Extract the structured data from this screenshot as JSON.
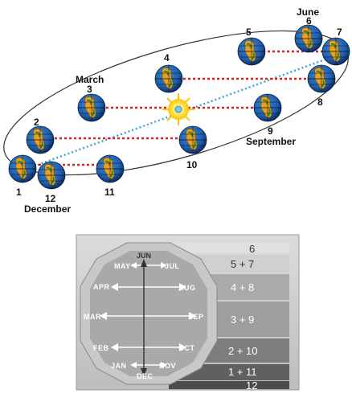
{
  "orbit": {
    "month_labels": {
      "march": "March",
      "june": "June",
      "september": "September",
      "december": "December"
    },
    "positions": [
      "1",
      "2",
      "3",
      "4",
      "5",
      "6",
      "7",
      "8",
      "9",
      "10",
      "11",
      "12"
    ]
  },
  "dial": {
    "months": {
      "jun": "JUN",
      "may": "MAY",
      "jul": "JUL",
      "apr": "APR",
      "aug": "AUG",
      "mar": "MAR",
      "sep": "SEP",
      "feb": "FEB",
      "oct": "OCT",
      "jan": "JAN",
      "nov": "NOV",
      "dec": "DEC"
    },
    "rows": [
      "6",
      "5 + 7",
      "4 + 8",
      "3 + 9",
      "2 + 10",
      "1 + 11",
      "12"
    ]
  },
  "colors": {
    "orbit_line": "#333333",
    "ecliptic_dots": "#e02020",
    "equator_dots": "#3aa6d8",
    "ocean": "#1d5fae",
    "land": "#e8a020",
    "sun": "#ffd21e",
    "panel_bg": "#c9c9c9",
    "dial_face": "#a9a9a9"
  }
}
